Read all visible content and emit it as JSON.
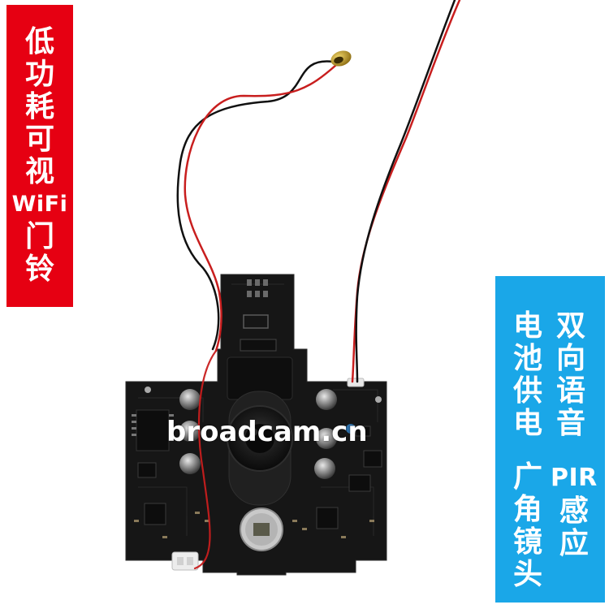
{
  "banner": {
    "chars": [
      "低",
      "功",
      "耗",
      "可",
      "视"
    ],
    "wifi": "WiFi",
    "chars2": [
      "门",
      "铃"
    ]
  },
  "features": {
    "col1": [
      "电",
      "池",
      "供",
      "电"
    ],
    "col2": [
      "双",
      "向",
      "语",
      "音"
    ],
    "col3": [
      "广",
      "角",
      "镜",
      "头"
    ],
    "col4_pir": "PIR",
    "col4": [
      "感",
      "应"
    ]
  },
  "watermark": "broadcam.cn",
  "colors": {
    "banner_red": "#e60012",
    "panel_blue": "#1aa7e8",
    "board_black": "#161616",
    "wire_red": "#c81e1e",
    "wire_black": "#111111",
    "mic_gold": "#c9a227"
  },
  "icons": [
    "pcb-board",
    "camera-lens",
    "ir-led",
    "pir-sensor",
    "microphone",
    "speaker",
    "wire-connector"
  ]
}
